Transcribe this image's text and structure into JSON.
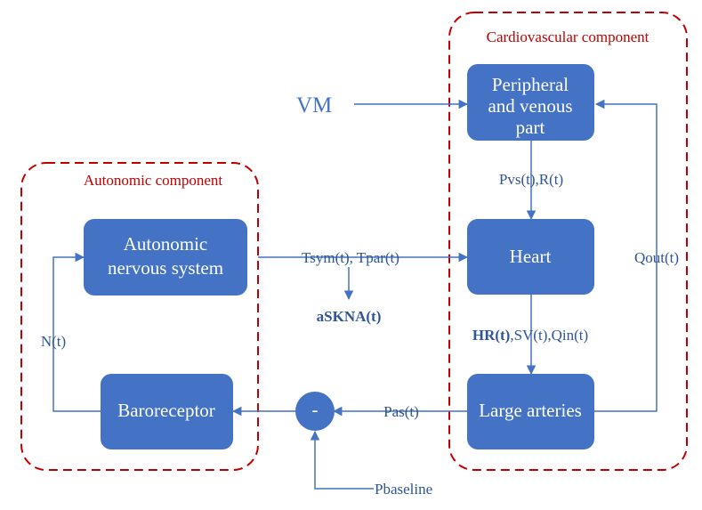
{
  "colors": {
    "box_fill": "#4472C4",
    "box_text": "#ffffff",
    "line": "#4472C4",
    "signal_text": "#2F5597",
    "region_border": "#C00000",
    "region_label": "#C00000",
    "background": "#ffffff"
  },
  "regions": {
    "autonomic": {
      "label": "Autonomic component"
    },
    "cardiovascular": {
      "label": "Cardiovascular component"
    }
  },
  "boxes": {
    "peripheral": {
      "line1": "Peripheral",
      "line2": "and venous",
      "line3": "part"
    },
    "heart": {
      "label": "Heart"
    },
    "large_arteries": {
      "label": "Large arteries"
    },
    "ans": {
      "line1": "Autonomic",
      "line2": "nervous system"
    },
    "baroreceptor": {
      "label": "Baroreceptor"
    }
  },
  "comparator": {
    "symbol": "-"
  },
  "signals": {
    "vm": "VM",
    "pvs_r": "Pvs(t),R(t)",
    "tsym_tpar": "Tsym(t), Tpar(t)",
    "askna": "aSKNA(t)",
    "hr": "HR(t)",
    "sv_qin": ",SV(t),Qin(t)",
    "qout": "Qout(t)",
    "pas": "Pas(t)",
    "nt": "N(t)",
    "pbaseline": "Pbaseline"
  }
}
